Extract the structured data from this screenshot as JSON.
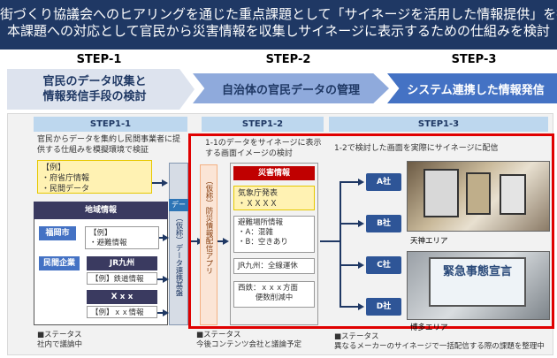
{
  "header": {
    "line1": "街づくり協議会へのヒアリングを通じた重点課題として「サイネージを活用した情報提供」を抽出",
    "line2": "本課題への対応として官民から災害情報を収集しサイネージに表示するための仕組みを検討"
  },
  "steps": [
    {
      "label": "STEP-1",
      "title_line1": "官民のデータ収集と",
      "title_line2": "情報発信手段の検討"
    },
    {
      "label": "STEP-2",
      "title_line1": "自治体の官民データの管理"
    },
    {
      "label": "STEP-3",
      "title_line1": "システム連携した情報発信"
    }
  ],
  "step11": {
    "heading": "STEP1-1",
    "desc": "官民からデータを集約し民間事業者に提供する仕組みを模擬環境で検証",
    "example_title": "【例】",
    "example_items": [
      "・府省庁情報",
      "・民間データ"
    ],
    "regional_title": "地域情報",
    "fukuoka": "福岡市",
    "fukuoka_example": "【例】",
    "fukuoka_item": "・避難情報",
    "private": "民間企業",
    "jr": "JR九州",
    "jr_example": "【例】鉄道情報",
    "xxx": "X x x",
    "xxx_example": "【例】ｘｘ情報",
    "data_tab": "デー",
    "platform_label": "（仮称）データ連携基盤",
    "status_title": "■ステータス",
    "status": "社内で議論中"
  },
  "step12": {
    "heading": "STEP1-2",
    "desc": "1-1のデータをサイネージに表示する画面イメージの検討",
    "app_label": "（仮称）防災情報配信アプリ",
    "screen_title": "災害情報",
    "jma": "気象庁発表",
    "jma_item": "・ＸＸＸＸ",
    "shelter_title": "避難場所情報",
    "shelter_a": "・A：混雑",
    "shelter_b": "・B：空きあり",
    "jr_status": "JR九州：全線運休",
    "nishitetsu_line1": "西鉄：ｘｘｘ方面",
    "nishitetsu_line2": "便数削減中",
    "status_title": "■ステータス",
    "status": "今後コンテンツ会社と議論予定"
  },
  "step13": {
    "heading": "STEP1-3",
    "desc": "1-2で検討した画面を実際にサイネージに配信",
    "companies": [
      "A社",
      "B社",
      "C社",
      "D社"
    ],
    "area1": "天神エリア",
    "area2": "博多エリア",
    "photo_text": "緊急事態宣言",
    "status_title": "■ステータス",
    "status": "異なるメーカーのサイネージで一括配信する際の課題を整理中"
  },
  "colors": {
    "navy": "#1f3864",
    "highlight": "#e00000",
    "accent": "#4472c4"
  }
}
